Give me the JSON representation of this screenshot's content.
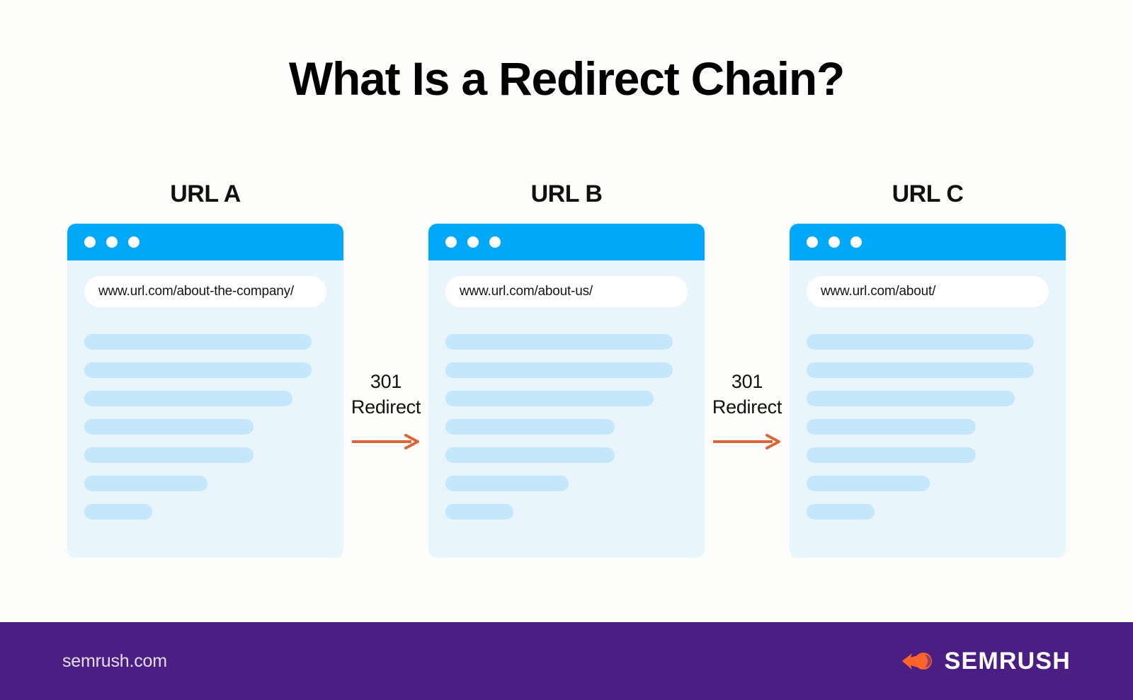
{
  "page": {
    "title": "What Is a Redirect Chain?",
    "background_color": "#fdfdfc"
  },
  "diagram": {
    "type": "flow",
    "nodes": [
      {
        "label": "URL A",
        "url": "www.url.com/about-the-company/",
        "window_dots": 3,
        "content_line_widths": [
          "94%",
          "94%",
          "86%",
          "70%",
          "70%",
          "51%",
          "28%"
        ]
      },
      {
        "label": "URL B",
        "url": "www.url.com/about-us/",
        "window_dots": 3,
        "content_line_widths": [
          "94%",
          "94%",
          "86%",
          "70%",
          "70%",
          "51%",
          "28%"
        ]
      },
      {
        "label": "URL C",
        "url": "www.url.com/about/",
        "window_dots": 3,
        "content_line_widths": [
          "94%",
          "94%",
          "86%",
          "70%",
          "70%",
          "51%",
          "28%"
        ]
      }
    ],
    "connectors": [
      {
        "code": "301",
        "action": "Redirect",
        "from": "URL A",
        "to": "URL B"
      },
      {
        "code": "301",
        "action": "Redirect",
        "from": "URL B",
        "to": "URL C"
      }
    ]
  },
  "colors": {
    "browser_header_blue": "#00a8fa",
    "browser_body_blue": "#e8f5fd",
    "content_line_blue": "#c5e7fb",
    "arrow_orange": "#d9653b",
    "footer_purple": "#4a1e82",
    "logo_orange": "#ff642d"
  },
  "footer": {
    "url": "semrush.com",
    "brand_name": "SEMRUSH"
  }
}
